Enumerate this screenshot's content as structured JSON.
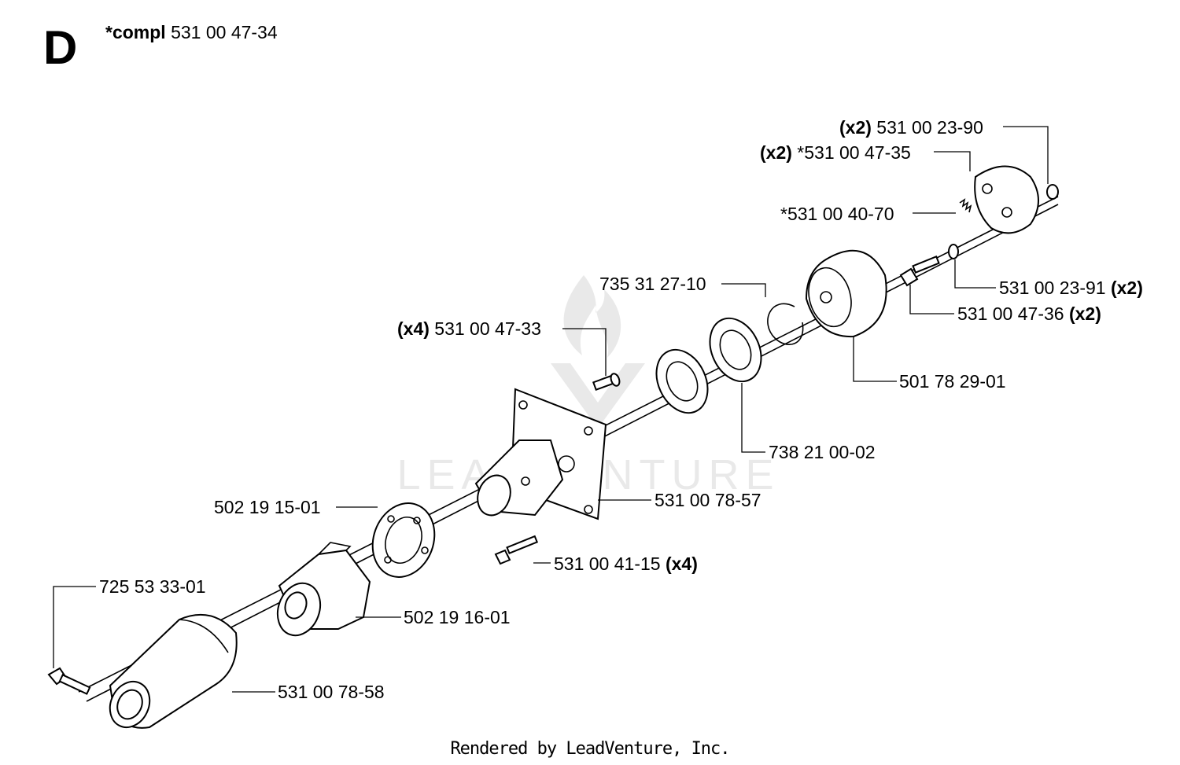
{
  "section": {
    "letter": "D",
    "assembly_prefix": "*compl",
    "assembly_number": "531 00 47-34"
  },
  "watermark": {
    "text": "LEADVENTURE",
    "color": "#e9e9e9"
  },
  "callouts": [
    {
      "id": "c1",
      "qty": "(x2)",
      "part": "531 00 23-90",
      "qty_position": "before"
    },
    {
      "id": "c2",
      "qty": "(x2)",
      "part": "*531 00 47-35",
      "qty_position": "before"
    },
    {
      "id": "c3",
      "qty": "",
      "part": "*531 00 40-70",
      "qty_position": "none"
    },
    {
      "id": "c4",
      "qty": "(x2)",
      "part": "531 00 23-91",
      "qty_position": "after"
    },
    {
      "id": "c5",
      "qty": "(x2)",
      "part": "531 00 47-36",
      "qty_position": "after"
    },
    {
      "id": "c6",
      "qty": "",
      "part": "735 31 27-10",
      "qty_position": "none"
    },
    {
      "id": "c7",
      "qty": "(x4)",
      "part": "531 00 47-33",
      "qty_position": "before"
    },
    {
      "id": "c8",
      "qty": "",
      "part": "501 78 29-01",
      "qty_position": "none"
    },
    {
      "id": "c9",
      "qty": "",
      "part": "738 21 00-02",
      "qty_position": "none"
    },
    {
      "id": "c10",
      "qty": "",
      "part": "531 00 78-57",
      "qty_position": "none"
    },
    {
      "id": "c11",
      "qty": "",
      "part": "502 19 15-01",
      "qty_position": "none"
    },
    {
      "id": "c12",
      "qty": "(x4)",
      "part": "531 00 41-15",
      "qty_position": "after"
    },
    {
      "id": "c13",
      "qty": "",
      "part": "725 53 33-01",
      "qty_position": "none"
    },
    {
      "id": "c14",
      "qty": "",
      "part": "502 19 16-01",
      "qty_position": "none"
    },
    {
      "id": "c15",
      "qty": "",
      "part": "531 00 78-58",
      "qty_position": "none"
    }
  ],
  "footer": {
    "text": "Rendered by LeadVenture, Inc."
  }
}
